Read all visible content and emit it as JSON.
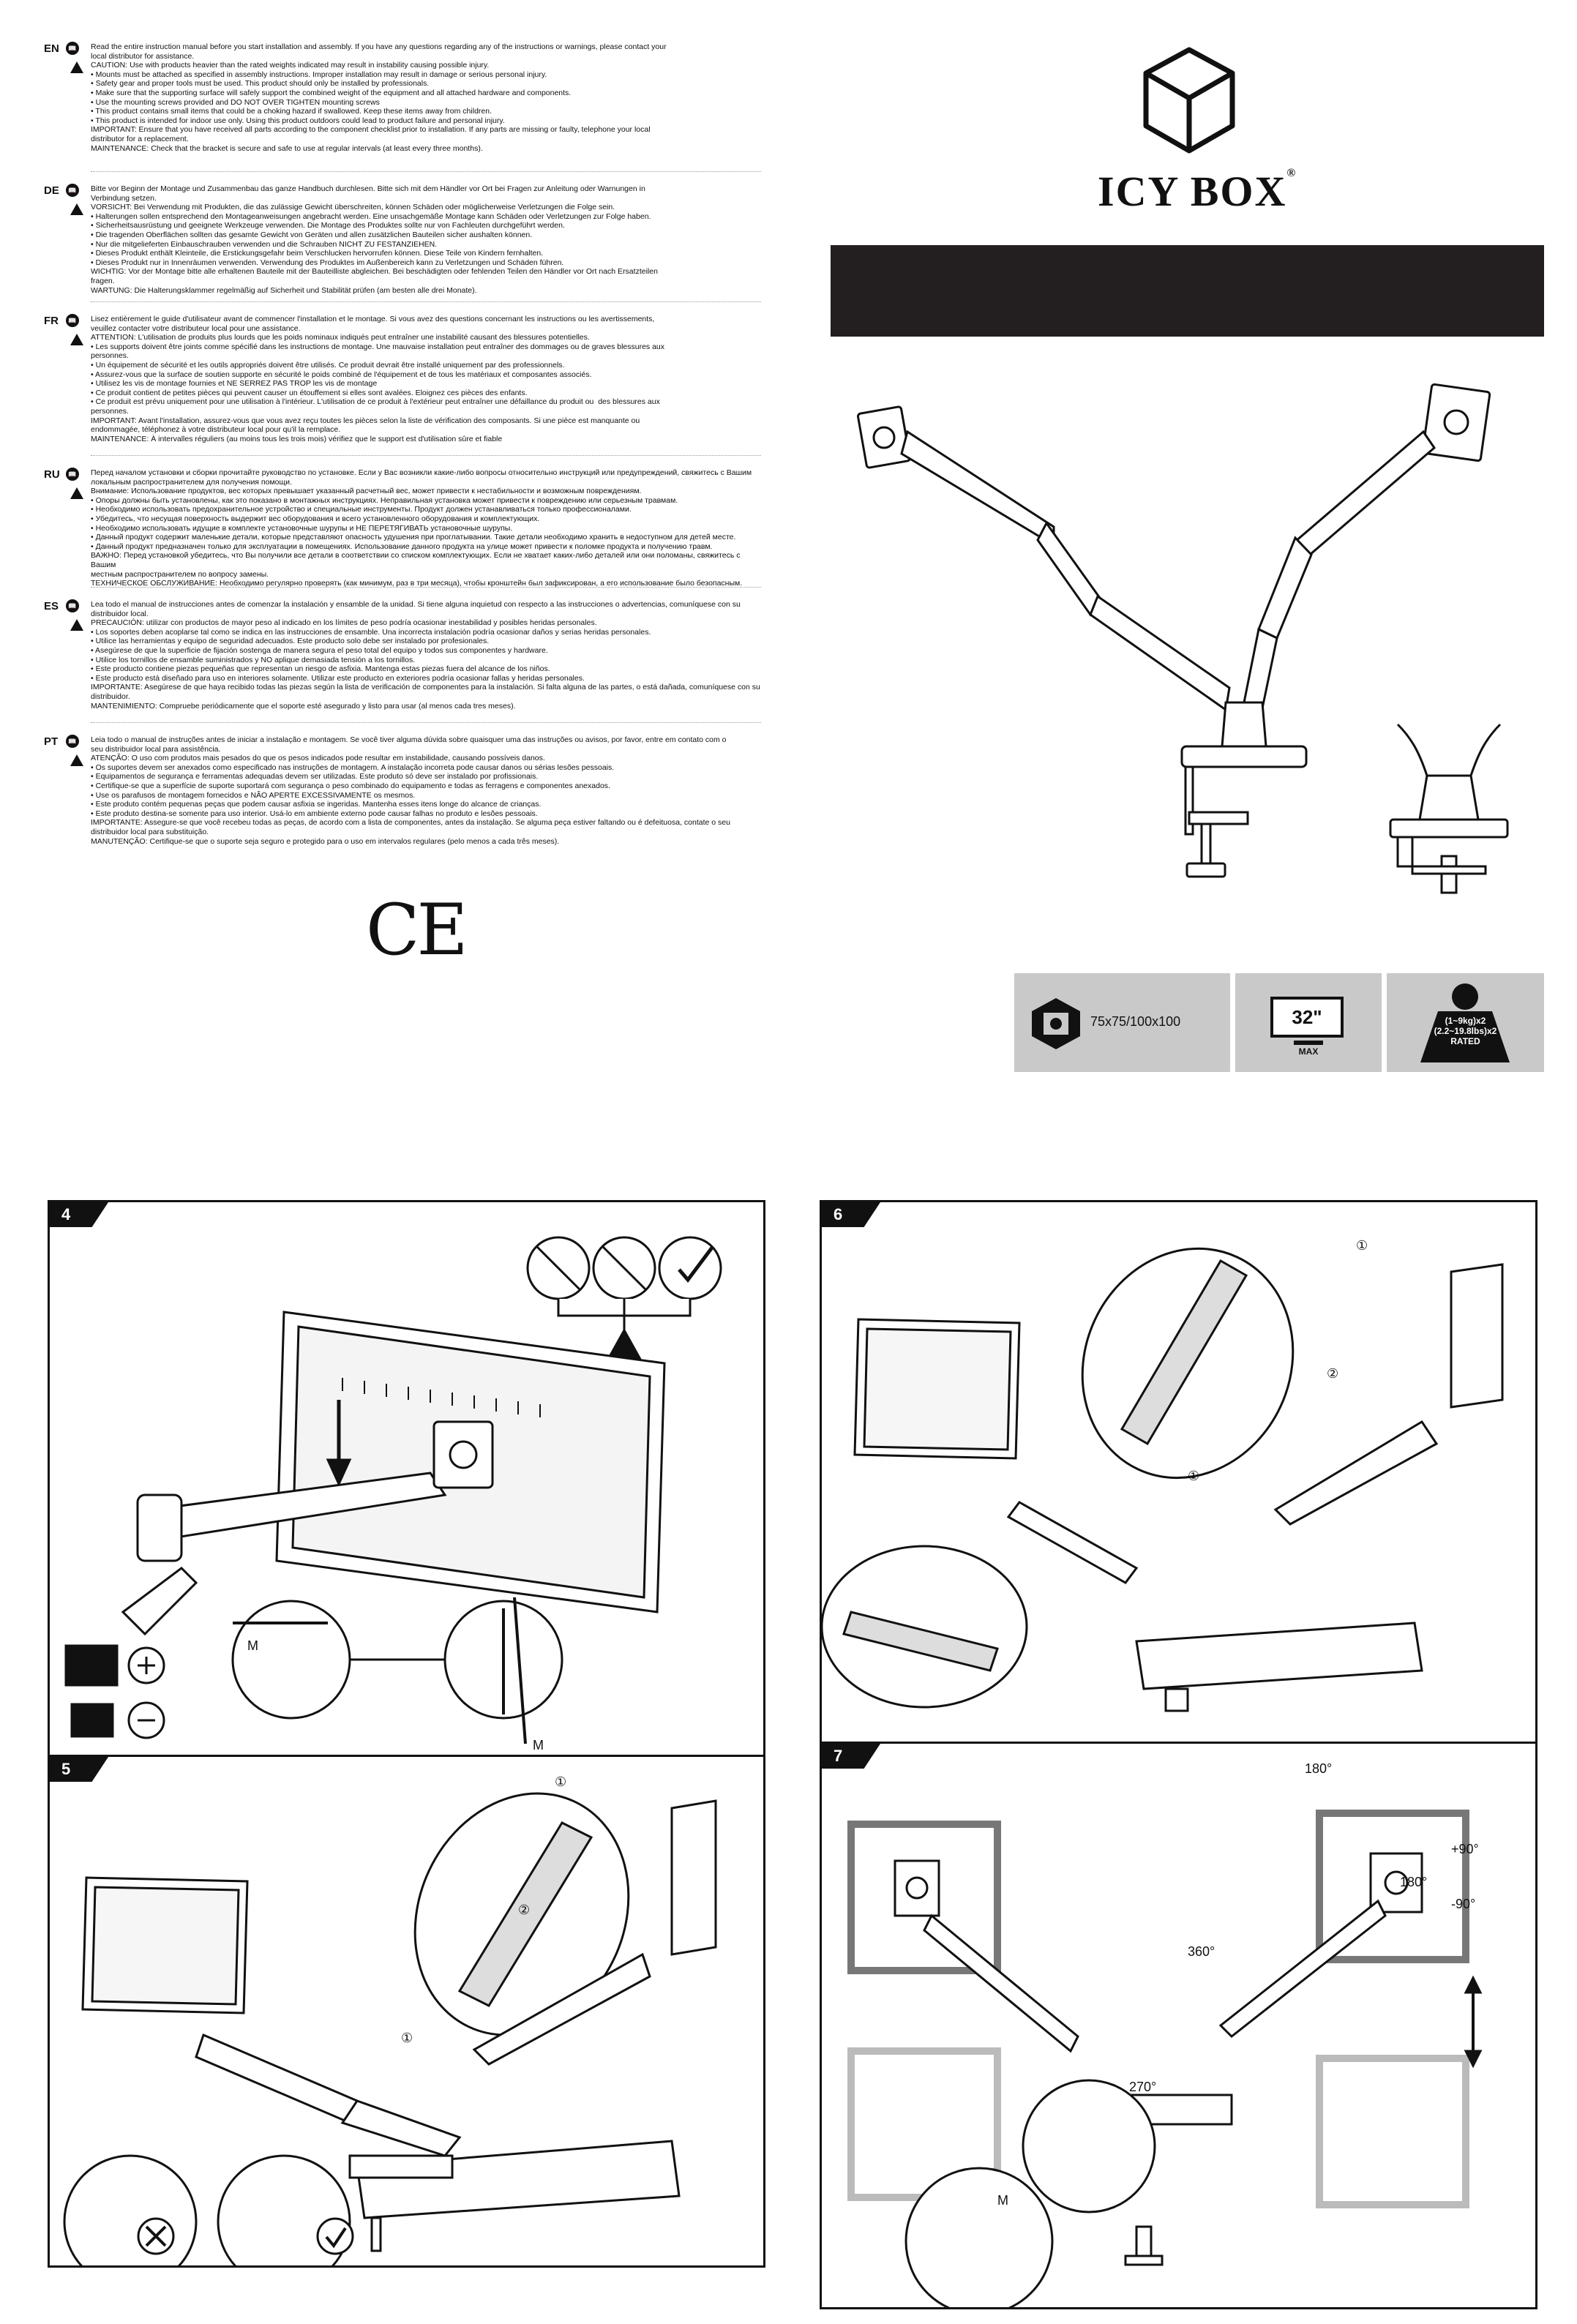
{
  "safety": [
    {
      "code": "EN",
      "lines": [
        "Read the entire instruction manual before you start installation and assembly. If you have any questions regarding any of the instructions or warnings, please contact your",
        "local distributor for assistance.",
        "CAUTION: Use with products heavier than the rated weights indicated may result in instability causing possible injury.",
        "• Mounts must be attached as specified in assembly instructions. Improper installation may result in damage or serious personal injury.",
        "• Safety gear and proper tools must be used. This product should only be installed by professionals.",
        "• Make sure that the supporting surface will safely support the combined weight of the equipment and all attached hardware and components.",
        "• Use the mounting screws provided and DO NOT OVER TIGHTEN mounting screws",
        "• This product contains small items that could be a choking hazard if swallowed. Keep these items away from children.",
        "• This product is intended for indoor use only. Using this product outdoors could lead to product failure and personal injury.",
        "IMPORTANT: Ensure that you have received all parts according to the component checklist prior to installation. If any parts are missing or faulty, telephone your local",
        "distributor for a replacement.",
        "MAINTENANCE: Check that the bracket is secure and safe to use at regular intervals (at least every three months)."
      ]
    },
    {
      "code": "DE",
      "lines": [
        "Bitte vor Beginn der Montage und Zusammenbau das ganze Handbuch durchlesen. Bitte sich mit dem Händler vor Ort bei Fragen zur Anleitung oder Warnungen in",
        "Verbindung setzen.",
        "VORSICHT: Bei Verwendung mit Produkten, die das zulässige Gewicht überschreiten, können Schäden oder möglicherweise Verletzungen die Folge sein.",
        "• Halterungen sollen entsprechend den Montageanweisungen angebracht werden. Eine unsachgemäße Montage kann Schäden oder Verletzungen zur Folge haben.",
        "• Sicherheitsausrüstung und geeignete Werkzeuge verwenden. Die Montage des Produktes sollte nur von Fachleuten durchgeführt werden.",
        "• Die tragenden Oberflächen sollten das gesamte Gewicht von Geräten und allen zusätzlichen Bauteilen sicher aushalten können.",
        "• Nur die mitgelieferten Einbauschrauben verwenden und die Schrauben NICHT ZU FESTANZIEHEN.",
        "• Dieses Produkt enthält Kleinteile, die Erstickungsgefahr beim Verschlucken hervorrufen können. Diese Teile von Kindern fernhalten.",
        "• Dieses Produkt nur in Innenräumen verwenden. Verwendung des Produktes im Außenbereich kann zu Verletzungen und Schäden führen.",
        "WICHTIG: Vor der Montage bitte alle erhaltenen Bauteile mit der Bauteilliste abgleichen. Bei beschädigten oder fehlenden Teilen den Händler vor Ort nach Ersatzteilen",
        "fragen.",
        "WARTUNG: Die Halterungsklammer regelmäßig auf Sicherheit und Stabilität prüfen (am besten alle drei Monate)."
      ]
    },
    {
      "code": "FR",
      "lines": [
        "Lisez entièrement le guide d'utilisateur avant de commencer l'installation et le montage. Si vous avez des questions concernant les instructions ou les avertissements,",
        "veuillez contacter votre distributeur local pour une assistance.",
        "ATTENTION: L'utilisation de produits plus lourds que les poids nominaux indiqués peut entraîner une instabilité causant des blessures potentielles.",
        "• Les supports doivent être joints comme spécifié dans les instructions de montage. Une mauvaise installation peut entraîner des dommages ou de graves blessures aux",
        "personnes.",
        "• Un équipement de sécurité et les outils appropriés doivent être utilisés. Ce produit devrait être installé uniquement par des professionnels.",
        "• Assurez-vous que la surface de soutien supporte en sécurité le poids combiné de l'équipement et de tous les matériaux et composantes associés.",
        "• Utilisez les vis de montage fournies et NE SERREZ PAS TROP les vis de montage",
        "• Ce produit contient de petites pièces qui peuvent causer un étouffement si elles sont avalées. Eloignez ces pièces des enfants.",
        "• Ce produit est prévu uniquement pour une utilisation à l'intérieur. L'utilisation de ce produit à l'extérieur peut entraîner une défaillance du produit ou  des blessures aux",
        "personnes.",
        "IMPORTANT: Avant l'installation, assurez-vous que vous avez reçu toutes les pièces selon la liste de vérification des composants. Si une pièce est manquante ou",
        "endommagée, téléphonez à votre distributeur local pour qu'il la remplace.",
        "MAINTENANCE: À intervalles réguliers (au moins tous les trois mois) vérifiez que le support est d'utilisation sûre et fiable"
      ]
    },
    {
      "code": "RU",
      "lines": [
        "Перед началом установки и сборки прочитайте руководство по установке. Если у Вас возникли какие-либо вопросы относительно инструкций или предупреждений, свяжитесь с Вашим",
        "локальным распространителем для получения помощи.",
        "Внимание: Использование продуктов, вес которых превышает указанный расчетный вес, может привести к нестабильности и возможным повреждениям.",
        "• Опоры должны быть установлены, как это показано в монтажных инструкциях. Неправильная установка может привести к повреждению или серьезным травмам.",
        "• Необходимо использовать предохранительное устройство и специальные инструменты. Продукт должен устанавливаться только профессионалами.",
        "• Убедитесь, что несущая поверхность выдержит вес оборудования и всего установленного оборудования и комплектующих.",
        "• Необходимо использовать идущие в комплекте установочные шурупы и НЕ ПЕРЕТЯГИВАТЬ установочные шурупы.",
        "• Данный продукт содержит маленькие детали, которые представляют опасность удушения при проглатывании. Такие детали необходимо хранить в недоступном для детей месте.",
        "• Данный продукт предназначен только для эксплуатации в помещениях. Использование данного продукта на улице может привести к поломке продукта и получению травм.",
        "ВАЖНО: Перед установкой убедитесь, что Вы получили все детали в соответствии со списком комплектующих. Если не хватает каких-либо деталей или они поломаны, свяжитесь с Вашим",
        "местным распространителем по вопросу замены.",
        "ТЕХНИЧЕСКОЕ ОБСЛУЖИВАНИЕ: Необходимо регулярно проверять (как минимум, раз в три месяца), чтобы кронштейн был зафиксирован, а его использование было безопасным."
      ]
    },
    {
      "code": "ES",
      "lines": [
        "Lea todo el manual de instrucciones antes de comenzar la instalación y ensamble de la unidad. Si tiene alguna inquietud con respecto a las instrucciones o advertencias, comuníquese con su",
        "distribuidor local.",
        "PRECAUCIÓN: utilizar con productos de mayor peso al indicado en los límites de peso podría ocasionar inestabilidad y posibles heridas personales.",
        "• Los soportes deben acoplarse tal como se indica en las instrucciones de ensamble. Una incorrecta instalación podría ocasionar daños y serias heridas personales.",
        "• Utilice las herramientas y equipo de seguridad adecuados. Este producto solo debe ser instalado por profesionales.",
        "• Asegúrese de que la superficie de fijación sostenga de manera segura el peso total del equipo y todos sus componentes y hardware.",
        "• Utilice los tornillos de ensamble suministrados y NO aplique demasiada tensión a los tornillos.",
        "• Este producto contiene piezas pequeñas que representan un riesgo de asfixia. Mantenga estas piezas fuera del alcance de los niños.",
        "• Este producto está diseñado para uso en interiores solamente. Utilizar este producto en exteriores podría ocasionar fallas y heridas personales.",
        "IMPORTANTE: Asegúrese de que haya recibido todas las piezas según la lista de verificación de componentes para la instalación. Si falta alguna de las partes, o está dañada, comuníquese con su",
        "distribuidor.",
        "MANTENIMIENTO: Compruebe periódicamente que el soporte esté asegurado y listo para usar (al menos cada tres meses)."
      ]
    },
    {
      "code": "PT",
      "lines": [
        "Leia todo o manual de instruções antes de iniciar a instalação e montagem. Se você tiver alguma dúvida sobre quaisquer uma das instruções ou avisos, por favor, entre em contato com o",
        "seu distribuidor local para assistência.",
        "ATENÇÃO: O uso com produtos mais pesados do que os pesos indicados pode resultar em instabilidade, causando possíveis danos.",
        "• Os suportes devem ser anexados como especificado nas instruções de montagem. A instalação incorreta pode causar danos ou sérias lesões pessoais.",
        "• Equipamentos de segurança e ferramentas adequadas devem ser utilizadas. Este produto só deve ser instalado por profissionais.",
        "• Certifique-se que a superfície de suporte suportará com segurança o peso combinado do equipamento e todas as ferragens e componentes anexados.",
        "• Use os parafusos de montagem fornecidos e NÃO APERTE EXCESSIVAMENTE os mesmos.",
        "• Este produto contém pequenas peças que podem causar asfixia se ingeridas. Mantenha esses itens longe do alcance de crianças.",
        "• Este produto destina-se somente para uso interior. Usá-lo em ambiente externo pode causar falhas no produto e lesões pessoais.",
        "IMPORTANTE: Assegure-se que você recebeu todas as peças, de acordo com a lista de componentes, antes da instalação. Se alguma peça estiver faltando ou é defeituosa, contate o seu",
        "distribuidor local para substituição.",
        "MANUTENÇÃO: Certifique-se que o suporte seja seguro e protegido para o uso em intervalos regulares (pelo menos a cada três meses)."
      ]
    }
  ],
  "ce_mark": "CE",
  "brand": {
    "name": "ICY BOX",
    "registered": "®"
  },
  "specs": {
    "vesa": "75x75/100x100",
    "size": "32\"",
    "size_sub": "MAX",
    "weight_line1": "(1~9kg)x2",
    "weight_line2": "(2.2~19.8lbs)x2",
    "weight_line3": "RATED"
  },
  "steps": [
    {
      "num": "4",
      "labels": [
        "M",
        "M"
      ]
    },
    {
      "num": "5",
      "labels": [
        "①",
        "②",
        "①"
      ]
    },
    {
      "num": "6",
      "labels": [
        "①",
        "②",
        "①"
      ]
    },
    {
      "num": "7",
      "labels": [
        "180°",
        "180°",
        "+90°",
        "-90°",
        "360°",
        "270°",
        "M"
      ]
    }
  ]
}
